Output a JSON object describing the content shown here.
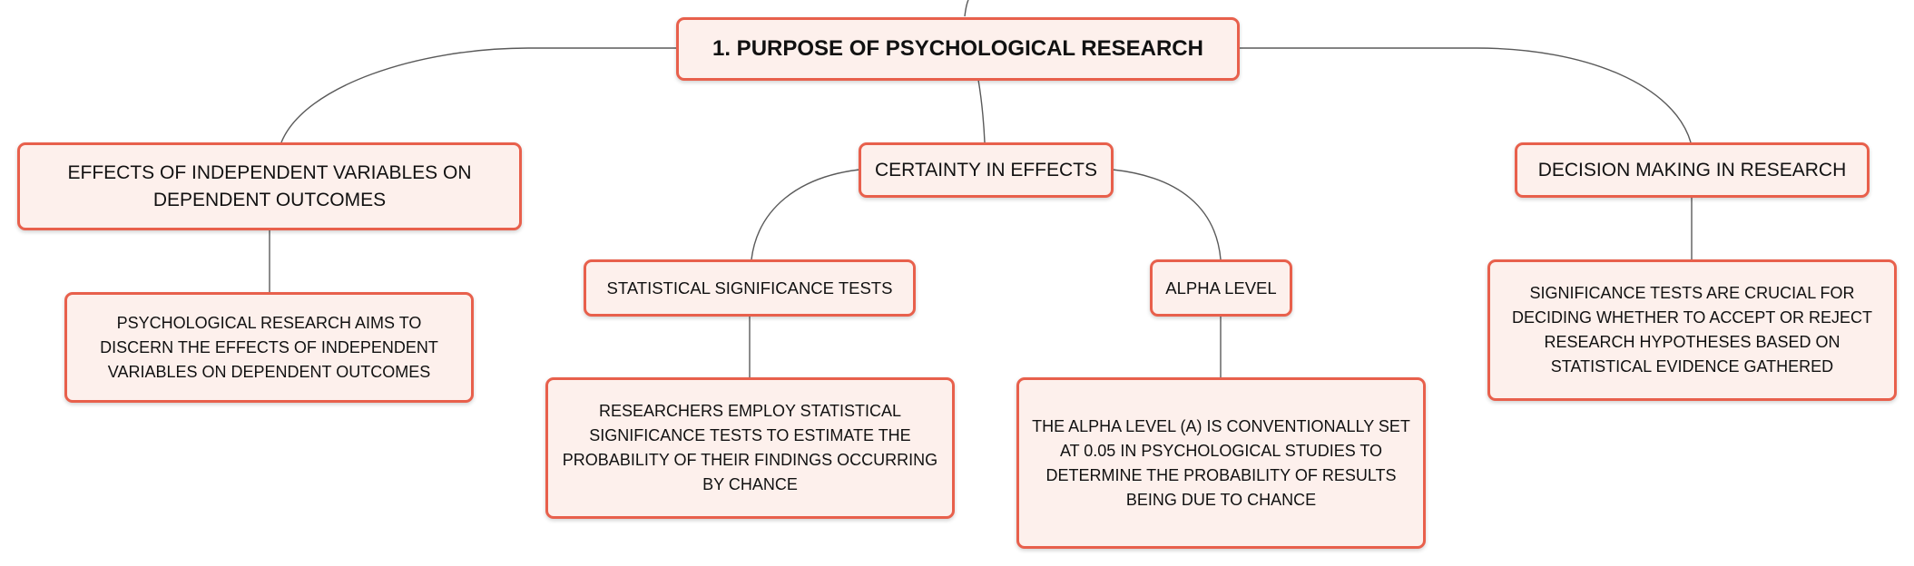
{
  "root": {
    "label": "1. PURPOSE OF PSYCHOLOGICAL RESEARCH"
  },
  "branches": {
    "effects": {
      "label": "EFFECTS OF INDEPENDENT VARIABLES ON DEPENDENT OUTCOMES",
      "detail": "PSYCHOLOGICAL RESEARCH AIMS TO DISCERN THE EFFECTS OF INDEPENDENT VARIABLES ON DEPENDENT OUTCOMES"
    },
    "certainty": {
      "label": "CERTAINTY IN EFFECTS",
      "children": {
        "significance_tests": {
          "label": "STATISTICAL SIGNIFICANCE TESTS",
          "detail": "RESEARCHERS EMPLOY STATISTICAL SIGNIFICANCE TESTS TO ESTIMATE THE PROBABILITY OF THEIR FINDINGS OCCURRING BY CHANCE"
        },
        "alpha_level": {
          "label": "ALPHA LEVEL",
          "detail": "THE ALPHA LEVEL (Α) IS CONVENTIONALLY SET AT 0.05 IN PSYCHOLOGICAL STUDIES TO DETERMINE THE PROBABILITY OF RESULTS BEING DUE TO CHANCE"
        }
      }
    },
    "decision": {
      "label": "DECISION MAKING IN RESEARCH",
      "detail": "SIGNIFICANCE TESTS ARE CRUCIAL FOR DECIDING WHETHER TO ACCEPT OR REJECT RESEARCH HYPOTHESES BASED ON STATISTICAL EVIDENCE GATHERED"
    }
  },
  "colors": {
    "node_border": "#e8604c",
    "node_fill": "#fdf0ec",
    "connector": "#5a5a5a",
    "text": "#111111"
  }
}
